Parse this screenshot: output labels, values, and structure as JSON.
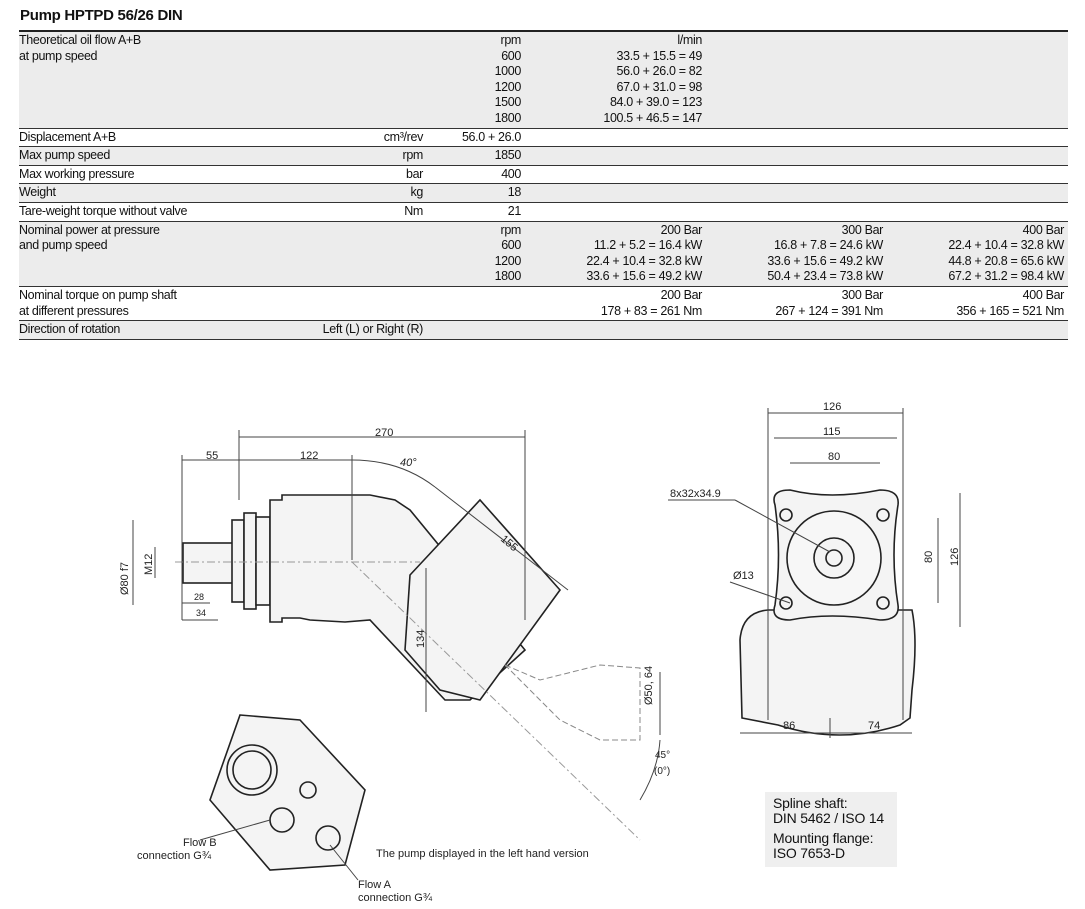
{
  "title": "Pump HPTPD 56/26 DIN",
  "rows": {
    "flow": {
      "label": [
        "Theoretical oil flow A+B",
        "at pump speed"
      ],
      "col_a": [
        "rpm",
        "600",
        "1000",
        "1200",
        "1500",
        "1800"
      ],
      "col_b": [
        "l/min",
        "33.5 + 15.5 = 49",
        "56.0 + 26.0 = 82",
        "67.0 + 31.0 = 98",
        "84.0 + 39.0 = 123",
        "100.5 + 46.5 = 147"
      ]
    },
    "displacement": {
      "label": "Displacement A+B",
      "unit": "cm³/rev",
      "value": "56.0 + 26.0"
    },
    "max_speed": {
      "label": "Max pump speed",
      "unit": "rpm",
      "value": "1850"
    },
    "max_pressure": {
      "label": "Max working pressure",
      "unit": "bar",
      "value": "400"
    },
    "weight": {
      "label": "Weight",
      "unit": "kg",
      "value": "18"
    },
    "tare": {
      "label": "Tare-weight torque without valve",
      "unit": "Nm",
      "value": "21"
    },
    "power": {
      "label": [
        "Nominal power at pressure",
        "and pump speed"
      ],
      "rpm": [
        "rpm",
        "600",
        "1200",
        "1800"
      ],
      "p200": [
        "200 Bar",
        "11.2 + 5.2 = 16.4 kW",
        "22.4 + 10.4 = 32.8 kW",
        "33.6 + 15.6 = 49.2 kW"
      ],
      "p300": [
        "300 Bar",
        "16.8 + 7.8 = 24.6 kW",
        "33.6 + 15.6 = 49.2 kW",
        "50.4 + 23.4 = 73.8 kW"
      ],
      "p400": [
        "400 Bar",
        "22.4 + 10.4 = 32.8 kW",
        "44.8 + 20.8 = 65.6 kW",
        "67.2 + 31.2 = 98.4 kW"
      ]
    },
    "torque": {
      "label": [
        "Nominal torque on pump shaft",
        "at different pressures"
      ],
      "p200": [
        "200 Bar",
        "178 + 83 = 261 Nm"
      ],
      "p300": [
        "300 Bar",
        "267 + 124 = 391 Nm"
      ],
      "p400": [
        "400 Bar",
        "356 + 165 = 521 Nm"
      ]
    },
    "rotation": {
      "label": "Direction of rotation",
      "value": "Left (L) or Right (R)"
    }
  },
  "drawing": {
    "dims": {
      "d270": "270",
      "d55": "55",
      "d122": "122",
      "a40": "40°",
      "d155": "155",
      "d80f7": "Ø80 f7",
      "m12": "M12",
      "d28": "28",
      "d34": "34",
      "d134": "134",
      "d50": "Ø50, 64",
      "a45": "45°",
      "a0": "(0°)",
      "r126": "126",
      "r115": "115",
      "r80": "80",
      "spline": "8x32x34.9",
      "d13": "Ø13",
      "v80": "80",
      "v126": "126",
      "d86": "86",
      "d74": "74"
    },
    "flow_b": [
      "Flow B",
      "connection G¾"
    ],
    "flow_a": [
      "Flow A",
      "connection G¾"
    ],
    "caption": "The pump displayed in the left hand version",
    "note": [
      "Spline shaft:",
      "DIN 5462 / ISO 14",
      "Mounting flange:",
      "ISO 7653-D"
    ]
  }
}
